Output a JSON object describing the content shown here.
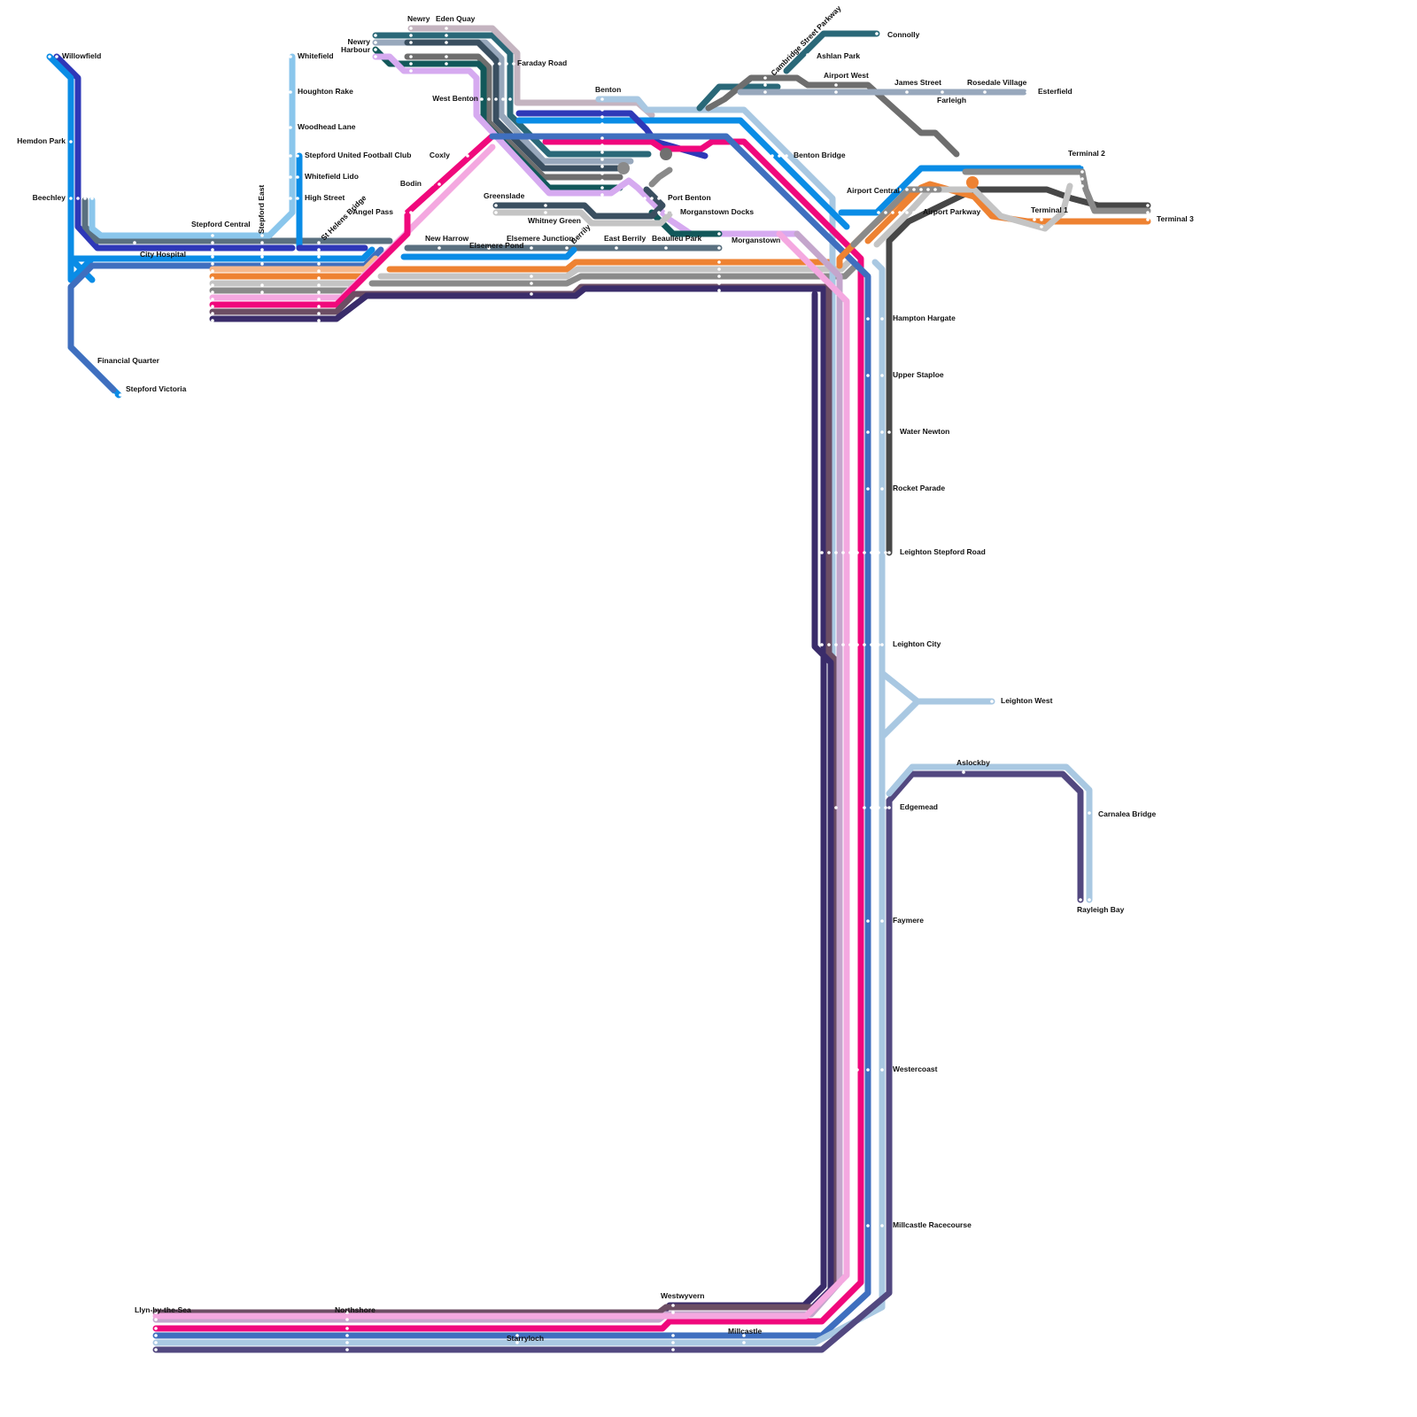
{
  "map": {
    "title": ""
  },
  "stations": {
    "willowfield": "Willowfield",
    "hemdon_park": "Hemdon Park",
    "beechley": "Beechley",
    "financial_quarter": "Financial Quarter",
    "stepford_victoria": "Stepford Victoria",
    "city_hospital": "City Hospital",
    "stepford_central": "Stepford Central",
    "stepford_east": "Stepford East",
    "st_helens_bridge": "St Helens Bridge",
    "whitefield": "Whitefield",
    "houghton_rake": "Houghton Rake",
    "woodhead_lane": "Woodhead Lane",
    "stepford_united": "Stepford United Football Club",
    "whitefield_lido": "Whitefield Lido",
    "high_street": "High Street",
    "angel_pass": "Angel Pass",
    "bodin": "Bodin",
    "coxly": "Coxly",
    "newry": "Newry",
    "eden_quay": "Eden Quay",
    "newry_harbour": "Newry\nHarbour",
    "faraday_road": "Faraday Road",
    "west_benton": "West Benton",
    "benton": "Benton",
    "benton_bridge": "Benton Bridge",
    "greenslade": "Greenslade",
    "whitney_green": "Whitney Green",
    "new_harrow": "New Harrow",
    "elsemere_pond": "Elsemere Pond",
    "elsemere_junction": "Elsemere Junction",
    "berrily": "Berrily",
    "east_berrily": "East Berrily",
    "beaulieu_park": "Beaulieu Park",
    "port_benton": "Port Benton",
    "morganstown_docks": "Morganstown Docks",
    "morganstown": "Morganstown",
    "cambridge_street_parkway": "Cambridge Street Parkway",
    "ashlan_park": "Ashlan Park",
    "connolly": "Connolly",
    "airport_west": "Airport West",
    "james_street": "James Street",
    "farleigh": "Farleigh",
    "rosedale_village": "Rosedale Village",
    "esterfield": "Esterfield",
    "airport_central": "Airport Central",
    "airport_parkway": "Airport Parkway",
    "terminal_1": "Terminal 1",
    "terminal_2": "Terminal 2",
    "terminal_3": "Terminal 3",
    "hampton_hargate": "Hampton Hargate",
    "upper_staploe": "Upper Staploe",
    "water_newton": "Water Newton",
    "rocket_parade": "Rocket Parade",
    "leighton_stepford_road": "Leighton Stepford Road",
    "leighton_city": "Leighton City",
    "leighton_west": "Leighton West",
    "aslockby": "Aslockby",
    "edgemead": "Edgemead",
    "carnalea_bridge": "Carnalea Bridge",
    "rayleigh_bay": "Rayleigh Bay",
    "faymere": "Faymere",
    "westercoast": "Westercoast",
    "millcastle_racecourse": "Millcastle Racecourse",
    "llyn_by_the_sea": "Llyn-by-the-Sea",
    "northshore": "Northshore",
    "westwyvern": "Westwyvern",
    "millcastle": "Millcastle",
    "starryloch": "Starryloch"
  },
  "line_colors": {
    "blue": "#0a8ce6",
    "navy": "#2e38b8",
    "light_blue": "#8ac6ec",
    "pale_blue": "#a9c8e2",
    "steel": "#3f6fbf",
    "slate": "#5a7080",
    "teal": "#2a6878",
    "dark_teal": "#12585a",
    "dark_slate": "#3a4f60",
    "grey": "#8a8a8a",
    "mid_grey": "#6e6e6e",
    "dark_grey": "#474747",
    "silver": "#c4c4c4",
    "blue_grey": "#98a8bc",
    "lavender": "#d6aaf0",
    "pink": "#f4a8e0",
    "magenta": "#f0087c",
    "mauve": "#c4a6cc",
    "plum": "#6c4e64",
    "indigo": "#3a2c6a",
    "violet_navy": "#524880",
    "peach": "#f6b88c",
    "orange": "#ee8232",
    "dusty": "#c4b4c0"
  }
}
